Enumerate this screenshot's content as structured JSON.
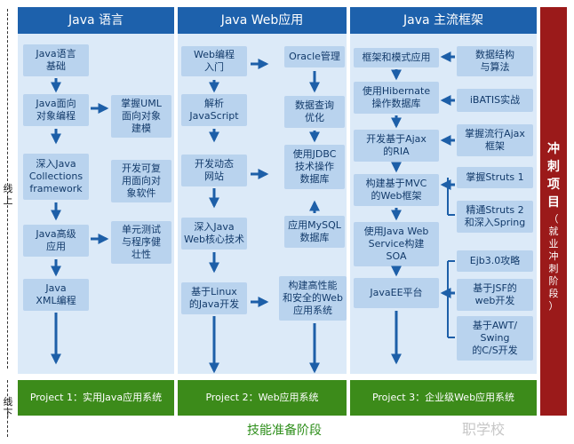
{
  "side": {
    "upper": "线上",
    "lower": "线下"
  },
  "headers": [
    "Java 语言",
    "Java Web应用",
    "Java 主流框架"
  ],
  "col1": {
    "left": [
      "Java语言\n基础",
      "Java面向\n对象编程",
      "深入Java\nCollections\nframework",
      "Java高级\n应用",
      "Java\nXML编程"
    ],
    "right": [
      "掌握UML\n面向对象\n建模",
      "开发可复\n用面向对\n象软件",
      "单元测试\n与程序健\n壮性"
    ]
  },
  "col2": {
    "left": [
      "Web编程\n入门",
      "解析\nJavaScript",
      "开发动态\n网站",
      "深入Java\nWeb核心技术",
      "基于Linux\n的Java开发"
    ],
    "right": [
      "Oracle管理",
      "数据查询\n优化",
      "使用JDBC\n技术操作\n数据库",
      "应用MySQL\n数据库",
      "构建高性能\n和安全的Web\n应用系统"
    ]
  },
  "col3": {
    "left": [
      "框架和模式应用",
      "使用Hibernate\n操作数据库",
      "开发基于Ajax\n的RIA",
      "构建基于MVC\n的Web框架",
      "使用Java Web\nService构建\nSOA",
      "JavaEE平台"
    ],
    "right": [
      "数据结构\n与算法",
      "iBATIS实战",
      "掌握流行Ajax\n框架",
      "掌握Struts 1",
      "精通Struts 2\n和深入Spring",
      "Ejb3.0攻略",
      "基于JSF的\nweb开发",
      "基于AWT/\nSwing\n的C/S开发"
    ]
  },
  "projects": [
    "Project 1：实用Java应用系统",
    "Project 2：Web应用系统",
    "Project 3：企业级Web应用系统"
  ],
  "red_bar": {
    "title": "冲刺项目",
    "subtitle": "（就业冲刺阶段）"
  },
  "bottom": "技能准备阶段",
  "watermark": "职学校",
  "colors": {
    "header": "#1d61ac",
    "box": "#b9d3ee",
    "panel": "#dceaf8",
    "project": "#3c8b1a",
    "red": "#9b1a1a",
    "arrow": "#1d5fa8"
  }
}
